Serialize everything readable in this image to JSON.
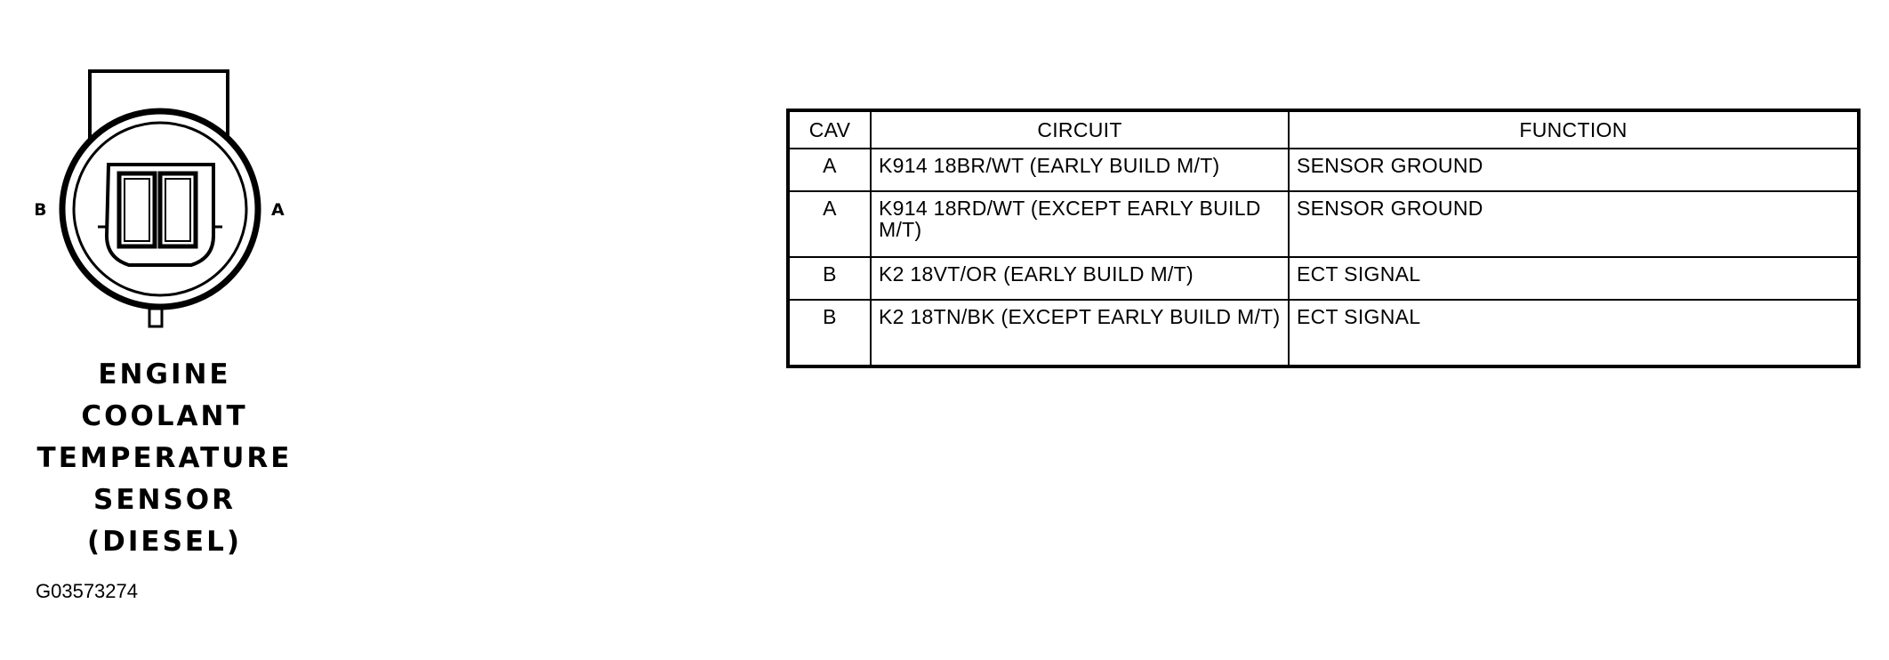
{
  "connector": {
    "pin_left_label": "B",
    "pin_right_label": "A"
  },
  "sensor_title": {
    "line1": "ENGINE",
    "line2": "COOLANT",
    "line3": "TEMPERATURE",
    "line4": "SENSOR",
    "line5": "(DIESEL)"
  },
  "figure_id": "G03573274",
  "table": {
    "headers": [
      "CAV",
      "CIRCUIT",
      "FUNCTION"
    ],
    "rows": [
      {
        "cav": "A",
        "circuit": "K914 18BR/WT (EARLY BUILD M/T)",
        "function": "SENSOR GROUND"
      },
      {
        "cav": "A",
        "circuit": "K914 18RD/WT (EXCEPT EARLY BUILD M/T)",
        "function": "SENSOR GROUND"
      },
      {
        "cav": "B",
        "circuit": "K2 18VT/OR (EARLY BUILD M/T)",
        "function": "ECT SIGNAL"
      },
      {
        "cav": "B",
        "circuit": "K2 18TN/BK (EXCEPT EARLY BUILD M/T)",
        "function": "ECT SIGNAL"
      }
    ]
  }
}
